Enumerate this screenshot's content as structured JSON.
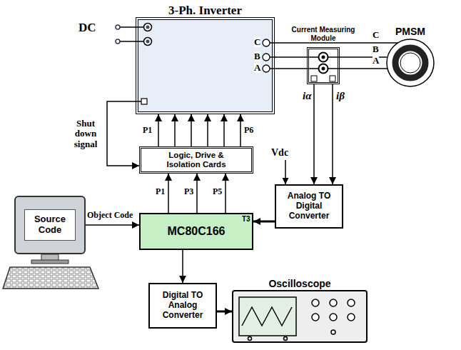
{
  "diagram": {
    "nodes": [
      {
        "text": [
          "3-Ph. Inverter"
        ]
      },
      {
        "text": [
          "Current Measuring Module"
        ]
      },
      {
        "text": [
          "PMSM"
        ]
      },
      {
        "text": [
          "Logic, Drive & Isolation Cards"
        ]
      },
      {
        "text": [
          "Analog TO Digital Converter"
        ]
      },
      {
        "text": [
          "MC80C166"
        ]
      },
      {
        "text": [
          "Source Code"
        ]
      },
      {
        "text": [
          "Digital TO Analog Converter"
        ]
      },
      {
        "text": [
          "Oscilloscope"
        ]
      }
    ],
    "edges": [
      {
        "from": 0,
        "to": 1,
        "arrow": "none"
      },
      {
        "from": 1,
        "to": 2,
        "arrow": "none"
      },
      {
        "from": 3,
        "to": 0,
        "arrow": "to",
        "label": "P1"
      },
      {
        "from": 3,
        "to": 0,
        "arrow": "to"
      },
      {
        "from": 3,
        "to": 0,
        "arrow": "to"
      },
      {
        "from": 3,
        "to": 0,
        "arrow": "to"
      },
      {
        "from": 3,
        "to": 0,
        "arrow": "to"
      },
      {
        "from": 3,
        "to": 0,
        "arrow": "to",
        "label": "P6"
      },
      {
        "from": 0,
        "to": 3,
        "arrow": "to",
        "label": "Shut down signal"
      },
      {
        "from": 5,
        "to": 3,
        "arrow": "to",
        "label": "P1"
      },
      {
        "from": 5,
        "to": 3,
        "arrow": "to",
        "label": "P3"
      },
      {
        "from": 5,
        "to": 3,
        "arrow": "to",
        "label": "P5"
      },
      {
        "from": 1,
        "to": 4,
        "arrow": "to",
        "label": "iα"
      },
      {
        "from": 1,
        "to": 4,
        "arrow": "to",
        "label": "iβ"
      },
      {
        "from": 4,
        "to": 5,
        "arrow": "to"
      },
      {
        "from": 6,
        "to": 5,
        "arrow": "to",
        "label": "Object Code"
      },
      {
        "from": 5,
        "to": 7,
        "arrow": "to"
      },
      {
        "from": 7,
        "to": 8,
        "arrow": "to"
      }
    ],
    "labels": [
      "DC",
      "C",
      "B",
      "A",
      "C",
      "B",
      "A",
      "Vdc",
      "T3"
    ]
  }
}
